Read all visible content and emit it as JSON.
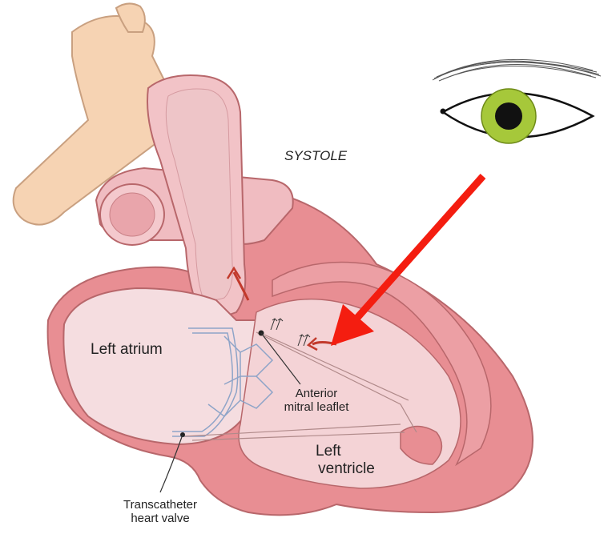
{
  "diagram": {
    "title": "SYSTOLE",
    "labels": {
      "left_atrium": "Left atrium",
      "anterior_mitral_leaflet_line1": "Anterior",
      "anterior_mitral_leaflet_line2": "mitral leaflet",
      "left_ventricle_line1": "Left",
      "left_ventricle_line2": "ventricle",
      "transcatheter_line1": "Transcatheter",
      "transcatheter_line2": "heart valve"
    },
    "colors": {
      "vessel_tan": "#f6d3b3",
      "aorta_pink": "#f0bcc1",
      "heart_wall": "#e88e93",
      "chamber_fill": "#f5dde0",
      "arrow_red": "#f41d10",
      "iris_green": "#a6c83a",
      "valve_blue": "#8ea4c8",
      "flow_arrow": "#c23a2c"
    },
    "icons": [
      "eye-icon",
      "eyebrow-icon",
      "red-pointer-arrow-icon"
    ]
  }
}
